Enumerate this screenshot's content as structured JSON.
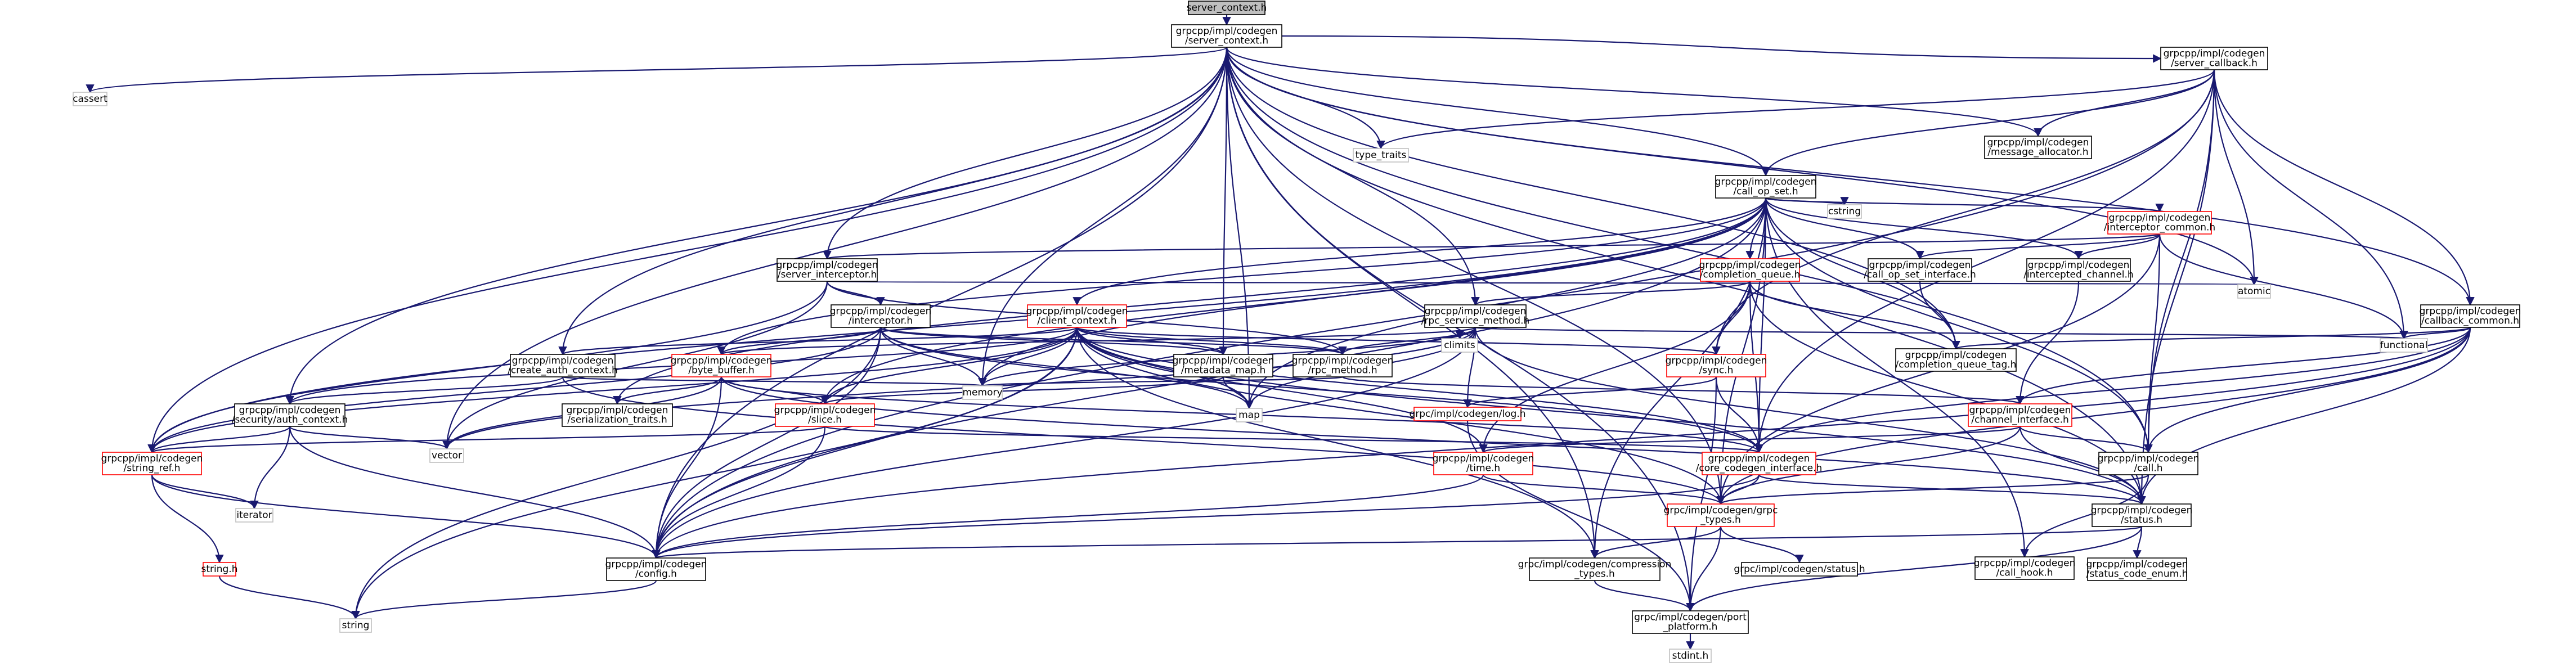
{
  "colors": {
    "edge": "#191970",
    "node_border": "#000000",
    "node_border_red": "#ff0000",
    "label_red": "#cc0000",
    "root_fill": "#bfbfbf",
    "node_fill": "#ffffff",
    "system_border": "#bfbfbf"
  },
  "nodes": {
    "server_context": {
      "lines": [
        "server_context.h"
      ],
      "style": "root"
    },
    "impl_server_context": {
      "lines": [
        "grpcpp/impl/codegen",
        "/server_context.h"
      ],
      "style": "normal"
    },
    "cassert": {
      "lines": [
        "cassert"
      ],
      "style": "system"
    },
    "server_callback": {
      "lines": [
        "grpcpp/impl/codegen",
        "/server_callback.h"
      ],
      "style": "normal"
    },
    "type_traits": {
      "lines": [
        "type_traits"
      ],
      "style": "system"
    },
    "message_allocator": {
      "lines": [
        "grpcpp/impl/codegen",
        "/message_allocator.h"
      ],
      "style": "normal"
    },
    "call_op_set": {
      "lines": [
        "grpcpp/impl/codegen",
        "/call_op_set.h"
      ],
      "style": "normal"
    },
    "cstring": {
      "lines": [
        "cstring"
      ],
      "style": "system"
    },
    "interceptor_common": {
      "lines": [
        "grpcpp/impl/codegen",
        "/interceptor_common.h"
      ],
      "style": "red"
    },
    "server_interceptor": {
      "lines": [
        "grpcpp/impl/codegen",
        "/server_interceptor.h"
      ],
      "style": "normal"
    },
    "completion_queue": {
      "lines": [
        "grpcpp/impl/codegen",
        "/completion_queue.h"
      ],
      "style": "red"
    },
    "call_op_set_interface": {
      "lines": [
        "grpcpp/impl/codegen",
        "/call_op_set_interface.h"
      ],
      "style": "normal"
    },
    "intercepted_channel": {
      "lines": [
        "grpcpp/impl/codegen",
        "/intercepted_channel.h"
      ],
      "style": "normal"
    },
    "atomic": {
      "lines": [
        "atomic"
      ],
      "style": "system"
    },
    "callback_common": {
      "lines": [
        "grpcpp/impl/codegen",
        "/callback_common.h"
      ],
      "style": "normal"
    },
    "interceptor": {
      "lines": [
        "grpcpp/impl/codegen",
        "/interceptor.h"
      ],
      "style": "normal"
    },
    "client_context": {
      "lines": [
        "grpcpp/impl/codegen",
        "/client_context.h"
      ],
      "style": "red"
    },
    "rpc_service_method": {
      "lines": [
        "grpcpp/impl/codegen",
        "/rpc_service_method.h"
      ],
      "style": "normal"
    },
    "functional": {
      "lines": [
        "functional"
      ],
      "style": "system"
    },
    "create_auth_context": {
      "lines": [
        "grpcpp/impl/codegen",
        "/create_auth_context.h"
      ],
      "style": "normal"
    },
    "byte_buffer": {
      "lines": [
        "grpcpp/impl/codegen",
        "/byte_buffer.h"
      ],
      "style": "red"
    },
    "metadata_map": {
      "lines": [
        "grpcpp/impl/codegen",
        "/metadata_map.h"
      ],
      "style": "normal"
    },
    "rpc_method": {
      "lines": [
        "grpcpp/impl/codegen",
        "/rpc_method.h"
      ],
      "style": "normal"
    },
    "climits": {
      "lines": [
        "climits"
      ],
      "style": "system"
    },
    "sync": {
      "lines": [
        "grpcpp/impl/codegen",
        "/sync.h"
      ],
      "style": "red"
    },
    "completion_queue_tag": {
      "lines": [
        "grpcpp/impl/codegen",
        "/completion_queue_tag.h"
      ],
      "style": "normal"
    },
    "security_auth_context": {
      "lines": [
        "grpcpp/impl/codegen",
        "/security/auth_context.h"
      ],
      "style": "normal"
    },
    "serialization_traits": {
      "lines": [
        "grpcpp/impl/codegen",
        "/serialization_traits.h"
      ],
      "style": "normal"
    },
    "memory": {
      "lines": [
        "memory"
      ],
      "style": "system"
    },
    "slice": {
      "lines": [
        "grpcpp/impl/codegen",
        "/slice.h"
      ],
      "style": "red"
    },
    "map": {
      "lines": [
        "map"
      ],
      "style": "system"
    },
    "log": {
      "lines": [
        "grpc/impl/codegen/log.h"
      ],
      "style": "red"
    },
    "channel_interface": {
      "lines": [
        "grpcpp/impl/codegen",
        "/channel_interface.h"
      ],
      "style": "red"
    },
    "string_ref": {
      "lines": [
        "grpcpp/impl/codegen",
        "/string_ref.h"
      ],
      "style": "red"
    },
    "vector": {
      "lines": [
        "vector"
      ],
      "style": "system"
    },
    "time": {
      "lines": [
        "grpcpp/impl/codegen",
        "/time.h"
      ],
      "style": "red"
    },
    "core_codegen_interface": {
      "lines": [
        "grpcpp/impl/codegen",
        "/core_codegen_interface.h"
      ],
      "style": "red"
    },
    "call": {
      "lines": [
        "grpcpp/impl/codegen",
        "/call.h"
      ],
      "style": "normal"
    },
    "iterator": {
      "lines": [
        "iterator"
      ],
      "style": "system"
    },
    "grpc_types": {
      "lines": [
        "grpc/impl/codegen/grpc",
        "_types.h"
      ],
      "style": "red"
    },
    "call_hook": {
      "lines": [
        "grpcpp/impl/codegen",
        "/call_hook.h"
      ],
      "style": "normal"
    },
    "status": {
      "lines": [
        "grpcpp/impl/codegen",
        "/status.h"
      ],
      "style": "normal"
    },
    "string_h": {
      "lines": [
        "string.h"
      ],
      "style": "red"
    },
    "config": {
      "lines": [
        "grpcpp/impl/codegen",
        "/config.h"
      ],
      "style": "normal"
    },
    "compression_types": {
      "lines": [
        "grpc/impl/codegen/compression",
        "_types.h"
      ],
      "style": "normal"
    },
    "grpc_status": {
      "lines": [
        "grpc/impl/codegen/status.h"
      ],
      "style": "normal"
    },
    "status_code_enum": {
      "lines": [
        "grpcpp/impl/codegen",
        "/status_code_enum.h"
      ],
      "style": "normal"
    },
    "string": {
      "lines": [
        "string"
      ],
      "style": "system"
    },
    "port_platform": {
      "lines": [
        "grpc/impl/codegen/port",
        "_platform.h"
      ],
      "style": "normal"
    },
    "stdint": {
      "lines": [
        "stdint.h"
      ],
      "style": "system"
    }
  },
  "edges": [
    [
      "server_context",
      "impl_server_context"
    ],
    [
      "impl_server_context",
      "cassert"
    ],
    [
      "impl_server_context",
      "server_callback"
    ],
    [
      "impl_server_context",
      "type_traits"
    ],
    [
      "impl_server_context",
      "message_allocator"
    ],
    [
      "impl_server_context",
      "call_op_set"
    ],
    [
      "impl_server_context",
      "server_interceptor"
    ],
    [
      "impl_server_context",
      "callback_common"
    ],
    [
      "impl_server_context",
      "atomic"
    ],
    [
      "impl_server_context",
      "rpc_service_method"
    ],
    [
      "impl_server_context",
      "metadata_map"
    ],
    [
      "impl_server_context",
      "create_auth_context"
    ],
    [
      "impl_server_context",
      "security_auth_context"
    ],
    [
      "impl_server_context",
      "string_ref"
    ],
    [
      "impl_server_context",
      "vector"
    ],
    [
      "impl_server_context",
      "memory"
    ],
    [
      "impl_server_context",
      "map"
    ],
    [
      "impl_server_context",
      "call"
    ],
    [
      "impl_server_context",
      "completion_queue_tag"
    ],
    [
      "impl_server_context",
      "status"
    ],
    [
      "impl_server_context",
      "config"
    ],
    [
      "impl_server_context",
      "compression_types"
    ],
    [
      "impl_server_context",
      "port_platform"
    ],
    [
      "impl_server_context",
      "grpc_types"
    ],
    [
      "server_callback",
      "type_traits"
    ],
    [
      "server_callback",
      "message_allocator"
    ],
    [
      "server_callback",
      "call_op_set"
    ],
    [
      "server_callback",
      "callback_common"
    ],
    [
      "server_callback",
      "atomic"
    ],
    [
      "server_callback",
      "functional"
    ],
    [
      "server_callback",
      "sync"
    ],
    [
      "server_callback",
      "call"
    ],
    [
      "server_callback",
      "core_codegen_interface"
    ],
    [
      "server_callback",
      "status"
    ],
    [
      "server_callback",
      "config"
    ],
    [
      "call_op_set",
      "cstring"
    ],
    [
      "call_op_set",
      "interceptor_common"
    ],
    [
      "call_op_set",
      "completion_queue"
    ],
    [
      "call_op_set",
      "call_op_set_interface"
    ],
    [
      "call_op_set",
      "intercepted_channel"
    ],
    [
      "call_op_set",
      "client_context"
    ],
    [
      "call_op_set",
      "byte_buffer"
    ],
    [
      "call_op_set",
      "call"
    ],
    [
      "call_op_set",
      "call_hook"
    ],
    [
      "call_op_set",
      "completion_queue_tag"
    ],
    [
      "call_op_set",
      "core_codegen_interface"
    ],
    [
      "call_op_set",
      "serialization_traits"
    ],
    [
      "call_op_set",
      "slice"
    ],
    [
      "call_op_set",
      "string_ref"
    ],
    [
      "call_op_set",
      "memory"
    ],
    [
      "call_op_set",
      "map"
    ],
    [
      "call_op_set",
      "config"
    ],
    [
      "call_op_set",
      "compression_types"
    ],
    [
      "call_op_set",
      "grpc_types"
    ],
    [
      "interceptor_common",
      "server_interceptor"
    ],
    [
      "interceptor_common",
      "call_op_set_interface"
    ],
    [
      "interceptor_common",
      "intercepted_channel"
    ],
    [
      "interceptor_common",
      "functional"
    ],
    [
      "interceptor_common",
      "call"
    ],
    [
      "interceptor_common",
      "grpc_types"
    ],
    [
      "server_interceptor",
      "interceptor"
    ],
    [
      "server_interceptor",
      "atomic"
    ],
    [
      "server_interceptor",
      "rpc_method"
    ],
    [
      "server_interceptor",
      "vector"
    ],
    [
      "server_interceptor",
      "string_ref"
    ],
    [
      "completion_queue",
      "rpc_service_method"
    ],
    [
      "completion_queue",
      "sync"
    ],
    [
      "completion_queue",
      "completion_queue_tag"
    ],
    [
      "completion_queue",
      "core_codegen_interface"
    ],
    [
      "completion_queue",
      "time"
    ],
    [
      "completion_queue",
      "status"
    ],
    [
      "call_op_set_interface",
      "completion_queue_tag"
    ],
    [
      "intercepted_channel",
      "channel_interface"
    ],
    [
      "callback_common",
      "functional"
    ],
    [
      "callback_common",
      "completion_queue_tag"
    ],
    [
      "callback_common",
      "channel_interface"
    ],
    [
      "callback_common",
      "call"
    ],
    [
      "callback_common",
      "core_codegen_interface"
    ],
    [
      "callback_common",
      "status"
    ],
    [
      "callback_common",
      "config"
    ],
    [
      "callback_common",
      "grpc_types"
    ],
    [
      "interceptor",
      "byte_buffer"
    ],
    [
      "interceptor",
      "metadata_map"
    ],
    [
      "interceptor",
      "rpc_method"
    ],
    [
      "interceptor",
      "memory"
    ],
    [
      "interceptor",
      "map"
    ],
    [
      "interceptor",
      "string_ref"
    ],
    [
      "interceptor",
      "string"
    ],
    [
      "interceptor",
      "config"
    ],
    [
      "interceptor",
      "core_codegen_interface"
    ],
    [
      "client_context",
      "create_auth_context"
    ],
    [
      "client_context",
      "metadata_map"
    ],
    [
      "client_context",
      "rpc_method"
    ],
    [
      "client_context",
      "security_auth_context"
    ],
    [
      "client_context",
      "slice"
    ],
    [
      "client_context",
      "string_ref"
    ],
    [
      "client_context",
      "sync"
    ],
    [
      "client_context",
      "time"
    ],
    [
      "client_context",
      "status"
    ],
    [
      "client_context",
      "config"
    ],
    [
      "client_context",
      "compression_types"
    ],
    [
      "client_context",
      "memory"
    ],
    [
      "client_context",
      "map"
    ],
    [
      "client_context",
      "string"
    ],
    [
      "client_context",
      "core_codegen_interface"
    ],
    [
      "client_context",
      "grpc_types"
    ],
    [
      "rpc_service_method",
      "climits"
    ],
    [
      "rpc_service_method",
      "functional"
    ],
    [
      "rpc_service_method",
      "map"
    ],
    [
      "rpc_service_method",
      "memory"
    ],
    [
      "rpc_service_method",
      "vector"
    ],
    [
      "rpc_service_method",
      "byte_buffer"
    ],
    [
      "rpc_service_method",
      "config"
    ],
    [
      "rpc_service_method",
      "rpc_method"
    ],
    [
      "rpc_service_method",
      "status"
    ],
    [
      "rpc_service_method",
      "log"
    ],
    [
      "create_auth_context",
      "memory"
    ],
    [
      "create_auth_context",
      "security_auth_context"
    ],
    [
      "create_auth_context",
      "grpc_types"
    ],
    [
      "byte_buffer",
      "serialization_traits"
    ],
    [
      "byte_buffer",
      "slice"
    ],
    [
      "byte_buffer",
      "status"
    ],
    [
      "byte_buffer",
      "config"
    ],
    [
      "byte_buffer",
      "core_codegen_interface"
    ],
    [
      "byte_buffer",
      "vector"
    ],
    [
      "metadata_map",
      "map"
    ],
    [
      "metadata_map",
      "slice"
    ],
    [
      "rpc_method",
      "memory"
    ],
    [
      "rpc_method",
      "channel_interface"
    ],
    [
      "sync",
      "core_codegen_interface"
    ],
    [
      "sync",
      "log"
    ],
    [
      "sync",
      "port_platform"
    ],
    [
      "security_auth_context",
      "iterator"
    ],
    [
      "security_auth_context",
      "vector"
    ],
    [
      "security_auth_context",
      "config"
    ],
    [
      "security_auth_context",
      "string_ref"
    ],
    [
      "slice",
      "config"
    ],
    [
      "slice",
      "core_codegen_interface"
    ],
    [
      "slice",
      "string_ref"
    ],
    [
      "log",
      "port_platform"
    ],
    [
      "channel_interface",
      "status"
    ],
    [
      "channel_interface",
      "time"
    ],
    [
      "channel_interface",
      "call"
    ],
    [
      "channel_interface",
      "grpc_types"
    ],
    [
      "string_ref",
      "iterator"
    ],
    [
      "string_ref",
      "string_h"
    ],
    [
      "string_ref",
      "config"
    ],
    [
      "time",
      "config"
    ],
    [
      "time",
      "grpc_types"
    ],
    [
      "core_codegen_interface",
      "status"
    ],
    [
      "core_codegen_interface",
      "config"
    ],
    [
      "core_codegen_interface",
      "grpc_types"
    ],
    [
      "call",
      "call_hook"
    ],
    [
      "call",
      "grpc_types"
    ],
    [
      "grpc_types",
      "compression_types"
    ],
    [
      "grpc_types",
      "grpc_status"
    ],
    [
      "grpc_types",
      "port_platform"
    ],
    [
      "status",
      "status_code_enum"
    ],
    [
      "status",
      "config"
    ],
    [
      "status",
      "port_platform"
    ],
    [
      "string_h",
      "string"
    ],
    [
      "config",
      "string"
    ],
    [
      "compression_types",
      "port_platform"
    ],
    [
      "port_platform",
      "stdint"
    ]
  ]
}
